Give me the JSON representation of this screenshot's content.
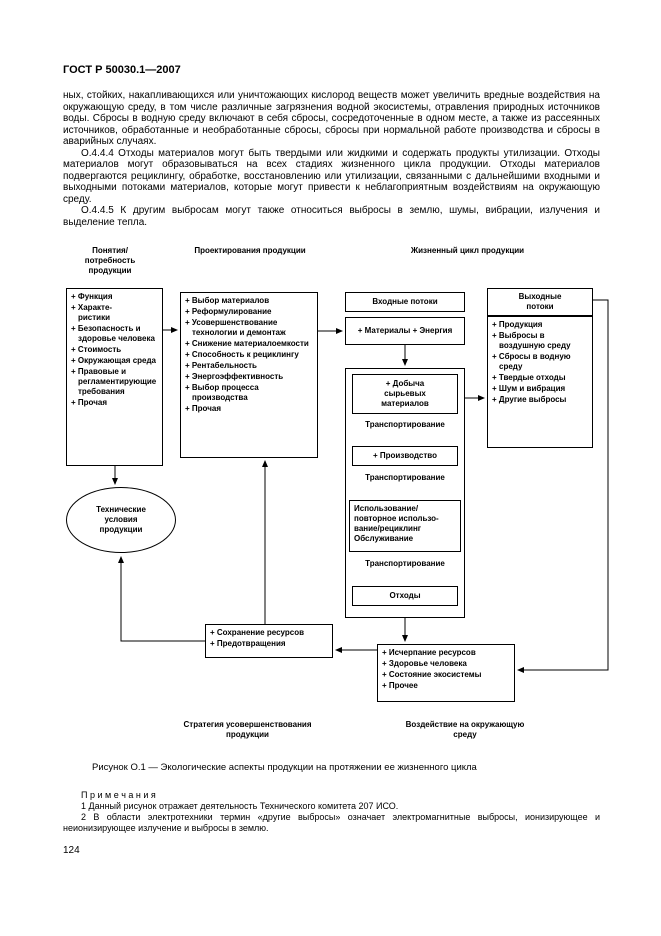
{
  "page": {
    "header": "ГОСТ Р 50030.1—2007",
    "page_number": "124",
    "caption": "Рисунок О.1 — Экологические аспекты продукции на протяжении ее жизненного цикла"
  },
  "paragraphs": [
    "ных, стойких, накапливающихся или уничтожающих кислород веществ может увеличить вредные воздействия на окружающую среду, в том числе различные загрязнения водной экосистемы, отравления природных источников воды. Сбросы в водную среду включают в себя сбросы, сосредоточенные в одном месте, а также из рассеянных источников, обработанные и необработанные сбросы, сбросы при нормальной работе производства и сбросы в аварийных случаях.",
    "О.4.4.4 Отходы материалов могут быть твердыми или жидкими и содержать продукты утилизации. Отходы материалов могут образовываться на всех стадиях жизненного цикла продукции. Отходы материалов подвергаются рециклингу, обработке, восстановлению или утилизации, связанными с дальнейшими входными и выходными потоками материалов, которые могут привести к неблагоприятным воздействиям на окружающую среду.",
    "О.4.4.5 К другим выбросам могут также относиться выбросы в землю, шумы, вибрации, излучения и выделение тепла."
  ],
  "notes": {
    "title": "П р и м е ч а н и я",
    "items": [
      "1 Данный рисунок отражает деятельность Технического комитета 207 ИСО.",
      "2 В области электротехники термин «другие выбросы» означает электромагнитные выбросы, ионизирующее и неионизирующее излучение и выбросы в землю."
    ]
  },
  "diagram": {
    "column_headers": {
      "needs": "Понятия/\nпотребность\nпродукции",
      "design": "Проектирования продукции",
      "lifecycle": "Жизненный цикл продукции"
    },
    "needs_box": {
      "items": [
        "+ Функция",
        "+ Характе-\nристики",
        "+ Безопасность и здоровье человека",
        "+ Стоимость",
        "+ Окружающая среда",
        "+ Правовые и регламентирующие требования",
        "+ Прочая"
      ]
    },
    "design_box": {
      "items": [
        "+ Выбор материалов",
        "+ Реформулирование",
        "+ Усовершенствование технологии и демонтаж",
        "+ Снижение материалоемкости",
        "+ Способность к рециклингу",
        "+ Рентабельность",
        "+ Энергоэффективность",
        "+ Выбор процесса производства",
        "+ Прочая"
      ]
    },
    "input_flows": {
      "header": "Входные потоки",
      "materials": "+ Материалы + Энергия"
    },
    "output_flows": {
      "header": "Выходные\nпотоки",
      "items": [
        "+ Продукция",
        "+ Выбросы в воздушную среду",
        "+ Сбросы в водную среду",
        "+ Твердые отходы",
        "+ Шум и вибрация",
        "+ Другие выбросы"
      ]
    },
    "lifecycle": {
      "extraction": "+ Добыча\nсырьевых\nматериалов",
      "transport": "Транспортирование",
      "production": "+ Производство",
      "use": "Использование/\nповторное использо-\nвание/рециклинг\nОбслуживание",
      "waste": "Отходы"
    },
    "spec_ellipse": "Технические\nусловия\nпродукции",
    "strategy_box": {
      "items": [
        "+ Сохранение ресурсов",
        "+ Предотвращения"
      ]
    },
    "impact_box": {
      "items": [
        "+ Исчерпание ресурсов",
        "+ Здоровье человека",
        "+ Состояние экосистемы",
        "+ Прочее"
      ]
    },
    "bottom_labels": {
      "strategy": "Стратегия усовершенствования\nпродукции",
      "impact": "Воздействие на окружающую\nсреду"
    }
  }
}
